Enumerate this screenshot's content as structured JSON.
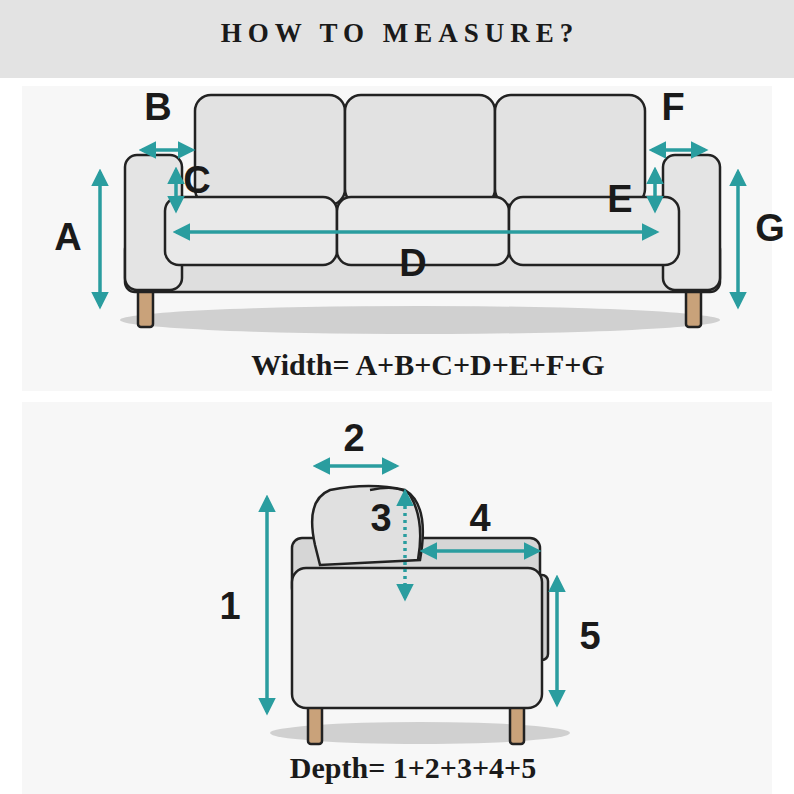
{
  "diagram": {
    "title": "HOW TO MEASURE?",
    "labels": [
      "B",
      "F",
      "C",
      "E",
      "A",
      "D",
      "G",
      "Width= A+B+C+D+E+F+G",
      "2",
      "3",
      "4",
      "1",
      "5",
      "Depth= 1+2+3+4+5"
    ]
  }
}
